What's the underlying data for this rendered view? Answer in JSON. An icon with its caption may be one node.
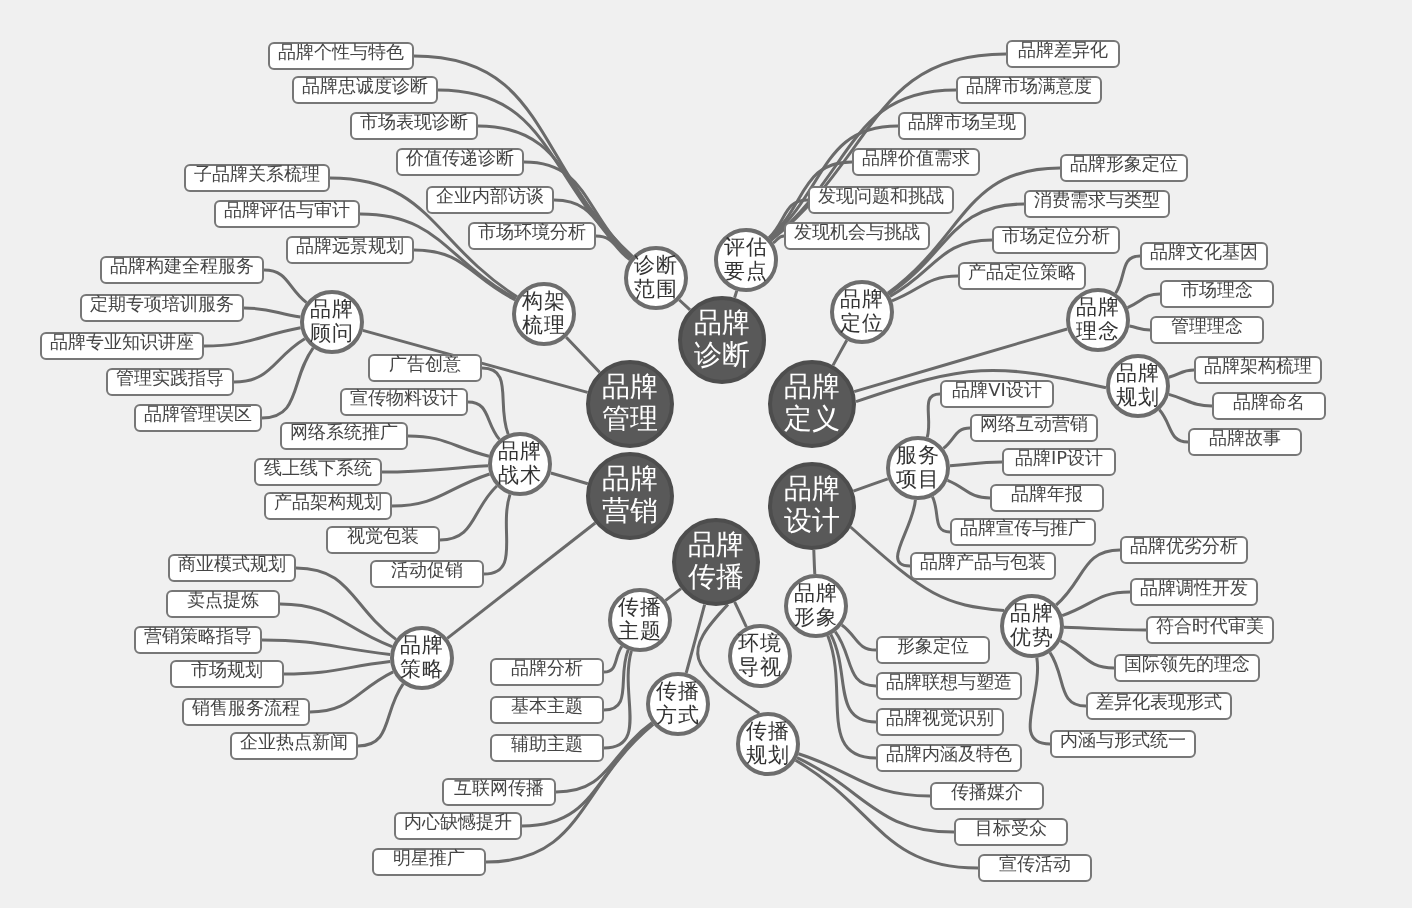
{
  "diagram": {
    "nodes": [
      {
        "text": [
          "品牌诊断"
        ]
      },
      {
        "text": [
          "诊断范围"
        ]
      },
      {
        "text": [
          "品牌个性与特色"
        ]
      },
      {
        "text": [
          "品牌忠诚度诊断"
        ]
      },
      {
        "text": [
          "市场表现诊断"
        ]
      },
      {
        "text": [
          "价值传递诊断"
        ]
      },
      {
        "text": [
          "企业内部访谈"
        ]
      },
      {
        "text": [
          "市场环境分析"
        ]
      },
      {
        "text": [
          "评估要点"
        ]
      },
      {
        "text": [
          "品牌差异化"
        ]
      },
      {
        "text": [
          "品牌市场满意度"
        ]
      },
      {
        "text": [
          "品牌市场呈现"
        ]
      },
      {
        "text": [
          "品牌价值需求"
        ]
      },
      {
        "text": [
          "发现问题和挑战"
        ]
      },
      {
        "text": [
          "发现机会与挑战"
        ]
      },
      {
        "text": [
          "品牌管理"
        ]
      },
      {
        "text": [
          "构架梳理"
        ]
      },
      {
        "text": [
          "子品牌关系梳理"
        ]
      },
      {
        "text": [
          "品牌评估与审计"
        ]
      },
      {
        "text": [
          "品牌远景规划"
        ]
      },
      {
        "text": [
          "品牌顾问"
        ]
      },
      {
        "text": [
          "品牌构建全程服务"
        ]
      },
      {
        "text": [
          "定期专项培训服务"
        ]
      },
      {
        "text": [
          "品牌专业知识讲座"
        ]
      },
      {
        "text": [
          "管理实践指导"
        ]
      },
      {
        "text": [
          "品牌管理误区"
        ]
      },
      {
        "text": [
          "品牌定义"
        ]
      },
      {
        "text": [
          "品牌定位"
        ]
      },
      {
        "text": [
          "品牌形象定位"
        ]
      },
      {
        "text": [
          "消费需求与类型"
        ]
      },
      {
        "text": [
          "市场定位分析"
        ]
      },
      {
        "text": [
          "产品定位策略"
        ]
      },
      {
        "text": [
          "品牌理念"
        ]
      },
      {
        "text": [
          "品牌文化基因"
        ]
      },
      {
        "text": [
          "市场理念"
        ]
      },
      {
        "text": [
          "管理理念"
        ]
      },
      {
        "text": [
          "品牌规划"
        ]
      },
      {
        "text": [
          "品牌架构梳理"
        ]
      },
      {
        "text": [
          "品牌命名"
        ]
      },
      {
        "text": [
          "品牌故事"
        ]
      },
      {
        "text": [
          "品牌营销"
        ]
      },
      {
        "text": [
          "品牌战术"
        ]
      },
      {
        "text": [
          "广告创意"
        ]
      },
      {
        "text": [
          "宣传物料设计"
        ]
      },
      {
        "text": [
          "网络系统推广"
        ]
      },
      {
        "text": [
          "线上线下系统"
        ]
      },
      {
        "text": [
          "产品架构规划"
        ]
      },
      {
        "text": [
          "视觉包装"
        ]
      },
      {
        "text": [
          "活动促销"
        ]
      },
      {
        "text": [
          "品牌策略"
        ]
      },
      {
        "text": [
          "商业模式规划"
        ]
      },
      {
        "text": [
          "卖点提炼"
        ]
      },
      {
        "text": [
          "营销策略指导"
        ]
      },
      {
        "text": [
          "市场规划"
        ]
      },
      {
        "text": [
          "销售服务流程"
        ]
      },
      {
        "text": [
          "企业热点新闻"
        ]
      },
      {
        "text": [
          "品牌设计"
        ]
      },
      {
        "text": [
          "服务项目"
        ]
      },
      {
        "text": [
          "品牌VI设计"
        ]
      },
      {
        "text": [
          "网络互动营销"
        ]
      },
      {
        "text": [
          "品牌IP设计"
        ]
      },
      {
        "text": [
          "品牌年报"
        ]
      },
      {
        "text": [
          "品牌宣传与推广"
        ]
      },
      {
        "text": [
          "品牌产品与包装"
        ]
      },
      {
        "text": [
          "品牌形象"
        ]
      },
      {
        "text": [
          "形象定位"
        ]
      },
      {
        "text": [
          "品牌联想与塑造"
        ]
      },
      {
        "text": [
          "品牌视觉识别"
        ]
      },
      {
        "text": [
          "品牌内涵及特色"
        ]
      },
      {
        "text": [
          "品牌优势"
        ]
      },
      {
        "text": [
          "品牌优劣分析"
        ]
      },
      {
        "text": [
          "品牌调性开发"
        ]
      },
      {
        "text": [
          "符合时代审美"
        ]
      },
      {
        "text": [
          "国际领先的理念"
        ]
      },
      {
        "text": [
          "差异化表现形式"
        ]
      },
      {
        "text": [
          "内涵与形式统一"
        ]
      },
      {
        "text": [
          "品牌传播"
        ]
      },
      {
        "text": [
          "传播主题"
        ]
      },
      {
        "text": [
          "品牌分析"
        ]
      },
      {
        "text": [
          "基本主题"
        ]
      },
      {
        "text": [
          "辅助主题"
        ]
      },
      {
        "text": [
          "传播方式"
        ]
      },
      {
        "text": [
          "互联网传播"
        ]
      },
      {
        "text": [
          "内心缺憾提升"
        ]
      },
      {
        "text": [
          "明星推广"
        ]
      },
      {
        "text": [
          "环境导视"
        ]
      },
      {
        "text": [
          "传播规划"
        ]
      },
      {
        "text": [
          "传播媒介"
        ]
      },
      {
        "text": [
          "目标受众"
        ]
      },
      {
        "text": [
          "宣传活动"
        ]
      }
    ],
    "edges": [
      {
        "from": 1,
        "to": 0,
        "arrow": "none"
      },
      {
        "from": 2,
        "to": 1,
        "arrow": "none"
      },
      {
        "from": 3,
        "to": 1,
        "arrow": "none"
      },
      {
        "from": 4,
        "to": 1,
        "arrow": "none"
      },
      {
        "from": 5,
        "to": 1,
        "arrow": "none"
      },
      {
        "from": 6,
        "to": 1,
        "arrow": "none"
      },
      {
        "from": 7,
        "to": 1,
        "arrow": "none"
      },
      {
        "from": 0,
        "to": 8,
        "arrow": "none"
      },
      {
        "from": 8,
        "to": 9,
        "arrow": "none"
      },
      {
        "from": 8,
        "to": 10,
        "arrow": "none"
      },
      {
        "from": 8,
        "to": 11,
        "arrow": "none"
      },
      {
        "from": 8,
        "to": 12,
        "arrow": "none"
      },
      {
        "from": 8,
        "to": 13,
        "arrow": "none"
      },
      {
        "from": 8,
        "to": 14,
        "arrow": "none"
      },
      {
        "from": 16,
        "to": 15,
        "arrow": "none"
      },
      {
        "from": 17,
        "to": 16,
        "arrow": "none"
      },
      {
        "from": 18,
        "to": 16,
        "arrow": "none"
      },
      {
        "from": 19,
        "to": 16,
        "arrow": "none"
      },
      {
        "from": 20,
        "to": 15,
        "arrow": "none"
      },
      {
        "from": 21,
        "to": 20,
        "arrow": "none"
      },
      {
        "from": 22,
        "to": 20,
        "arrow": "none"
      },
      {
        "from": 23,
        "to": 20,
        "arrow": "none"
      },
      {
        "from": 24,
        "to": 20,
        "arrow": "none"
      },
      {
        "from": 25,
        "to": 20,
        "arrow": "none"
      },
      {
        "from": 26,
        "to": 27,
        "arrow": "none"
      },
      {
        "from": 27,
        "to": 28,
        "arrow": "none"
      },
      {
        "from": 27,
        "to": 29,
        "arrow": "none"
      },
      {
        "from": 27,
        "to": 30,
        "arrow": "none"
      },
      {
        "from": 27,
        "to": 31,
        "arrow": "none"
      },
      {
        "from": 26,
        "to": 32,
        "arrow": "none"
      },
      {
        "from": 32,
        "to": 33,
        "arrow": "none"
      },
      {
        "from": 32,
        "to": 34,
        "arrow": "none"
      },
      {
        "from": 32,
        "to": 35,
        "arrow": "none"
      },
      {
        "from": 26,
        "to": 36,
        "arrow": "none"
      },
      {
        "from": 36,
        "to": 37,
        "arrow": "none"
      },
      {
        "from": 36,
        "to": 38,
        "arrow": "none"
      },
      {
        "from": 36,
        "to": 39,
        "arrow": "none"
      },
      {
        "from": 41,
        "to": 40,
        "arrow": "none"
      },
      {
        "from": 42,
        "to": 41,
        "arrow": "none"
      },
      {
        "from": 43,
        "to": 41,
        "arrow": "none"
      },
      {
        "from": 44,
        "to": 41,
        "arrow": "none"
      },
      {
        "from": 45,
        "to": 41,
        "arrow": "none"
      },
      {
        "from": 46,
        "to": 41,
        "arrow": "none"
      },
      {
        "from": 47,
        "to": 41,
        "arrow": "none"
      },
      {
        "from": 48,
        "to": 41,
        "arrow": "none"
      },
      {
        "from": 49,
        "to": 40,
        "arrow": "none"
      },
      {
        "from": 50,
        "to": 49,
        "arrow": "none"
      },
      {
        "from": 51,
        "to": 49,
        "arrow": "none"
      },
      {
        "from": 52,
        "to": 49,
        "arrow": "none"
      },
      {
        "from": 53,
        "to": 49,
        "arrow": "none"
      },
      {
        "from": 54,
        "to": 49,
        "arrow": "none"
      },
      {
        "from": 55,
        "to": 49,
        "arrow": "none"
      },
      {
        "from": 56,
        "to": 57,
        "arrow": "none"
      },
      {
        "from": 57,
        "to": 58,
        "arrow": "none"
      },
      {
        "from": 57,
        "to": 59,
        "arrow": "none"
      },
      {
        "from": 57,
        "to": 60,
        "arrow": "none"
      },
      {
        "from": 57,
        "to": 61,
        "arrow": "none"
      },
      {
        "from": 57,
        "to": 62,
        "arrow": "none"
      },
      {
        "from": 57,
        "to": 63,
        "arrow": "none"
      },
      {
        "from": 56,
        "to": 64,
        "arrow": "none"
      },
      {
        "from": 64,
        "to": 65,
        "arrow": "none"
      },
      {
        "from": 64,
        "to": 66,
        "arrow": "none"
      },
      {
        "from": 64,
        "to": 67,
        "arrow": "none"
      },
      {
        "from": 64,
        "to": 68,
        "arrow": "none"
      },
      {
        "from": 56,
        "to": 69,
        "arrow": "none"
      },
      {
        "from": 69,
        "to": 70,
        "arrow": "none"
      },
      {
        "from": 69,
        "to": 71,
        "arrow": "none"
      },
      {
        "from": 69,
        "to": 72,
        "arrow": "none"
      },
      {
        "from": 69,
        "to": 73,
        "arrow": "none"
      },
      {
        "from": 69,
        "to": 74,
        "arrow": "none"
      },
      {
        "from": 69,
        "to": 75,
        "arrow": "none"
      },
      {
        "from": 77,
        "to": 76,
        "arrow": "none"
      },
      {
        "from": 78,
        "to": 77,
        "arrow": "none"
      },
      {
        "from": 79,
        "to": 77,
        "arrow": "none"
      },
      {
        "from": 80,
        "to": 77,
        "arrow": "none"
      },
      {
        "from": 81,
        "to": 76,
        "arrow": "none"
      },
      {
        "from": 82,
        "to": 81,
        "arrow": "none"
      },
      {
        "from": 83,
        "to": 81,
        "arrow": "none"
      },
      {
        "from": 84,
        "to": 81,
        "arrow": "none"
      },
      {
        "from": 76,
        "to": 85,
        "arrow": "none"
      },
      {
        "from": 76,
        "to": 86,
        "arrow": "none"
      },
      {
        "from": 86,
        "to": 87,
        "arrow": "none"
      },
      {
        "from": 86,
        "to": 88,
        "arrow": "none"
      },
      {
        "from": 86,
        "to": 89,
        "arrow": "none"
      }
    ]
  }
}
